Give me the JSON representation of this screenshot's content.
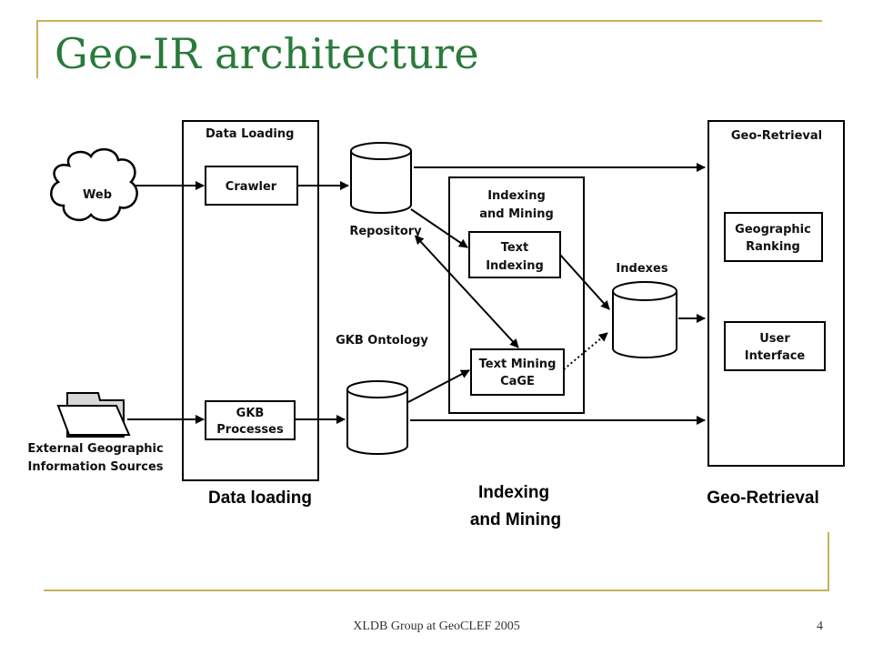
{
  "slide": {
    "title": "Geo-IR architecture",
    "footer": "XLDB Group at GeoCLEF 2005",
    "page_number": "4",
    "accent_color": "#2a7a3b",
    "frame_color": "#c8b25a"
  },
  "diagram": {
    "data_loading_box_title": "Data Loading",
    "web_label": "Web",
    "crawler_label": "Crawler",
    "gkb_processes_line1": "GKB",
    "gkb_processes_line2": "Processes",
    "external_sources_line1": "External Geographic",
    "external_sources_line2": "Information Sources",
    "repository_label": "Repository",
    "gkb_ontology_label": "GKB Ontology",
    "indexing_box_title_line1": "Indexing",
    "indexing_box_title_line2": "and Mining",
    "text_indexing_line1": "Text",
    "text_indexing_line2": "Indexing",
    "text_mining_line1": "Text Mining",
    "text_mining_line2": "CaGE",
    "indexes_label": "Indexes",
    "geo_retrieval_box_title": "Geo-Retrieval",
    "geo_ranking_line1": "Geographic",
    "geo_ranking_line2": "Ranking",
    "user_interface_line1": "User",
    "user_interface_line2": "Interface",
    "icons": [
      "cloud-icon",
      "folder-icon",
      "database-icon"
    ]
  },
  "captions": {
    "data_loading": "Data loading",
    "indexing_line1": "Indexing",
    "indexing_line2": "and Mining",
    "geo_retrieval": "Geo-Retrieval"
  }
}
